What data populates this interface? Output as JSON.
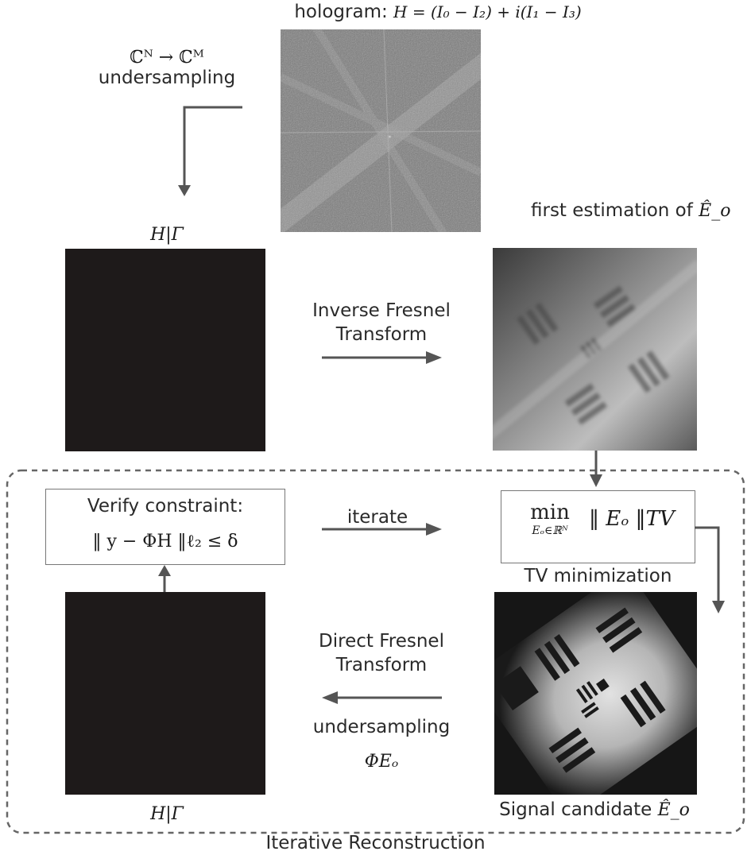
{
  "hologram": {
    "label": "hologram:",
    "formula": "H = (I₀ − I₂) + i(I₁ − I₃)"
  },
  "undersampling_top": {
    "map": "ℂᴺ → ℂᴹ",
    "label": "undersampling"
  },
  "h_gamma_top": "H|Γ",
  "first_estimation": {
    "label": "first estimation of",
    "symbol": "Ê_o"
  },
  "inverse_fresnel": {
    "line1": "Inverse Fresnel",
    "line2": "Transform"
  },
  "verify": {
    "title": "Verify constraint:",
    "formula": "‖ y − ΦH ‖ℓ₂ ≤ δ"
  },
  "iterate_label": "iterate",
  "tv": {
    "formula_min": "min",
    "formula_sub": "Eₒ∈ℝᴺ",
    "formula_norm": "‖ Eₒ ‖TV",
    "caption": "TV minimization"
  },
  "direct_fresnel": {
    "line1": "Direct Fresnel",
    "line2": "Transform"
  },
  "undersampling_bottom": {
    "label": "undersampling",
    "formula": "ΦEₒ"
  },
  "h_gamma_bottom": "H|Γ",
  "signal_candidate": {
    "label": "Signal candidate",
    "symbol": "Ê_o"
  },
  "loop_title": "Iterative Reconstruction",
  "colors": {
    "arrow": "#555555",
    "dashed": "#666666",
    "noise_bg": "#1e1a1a"
  }
}
